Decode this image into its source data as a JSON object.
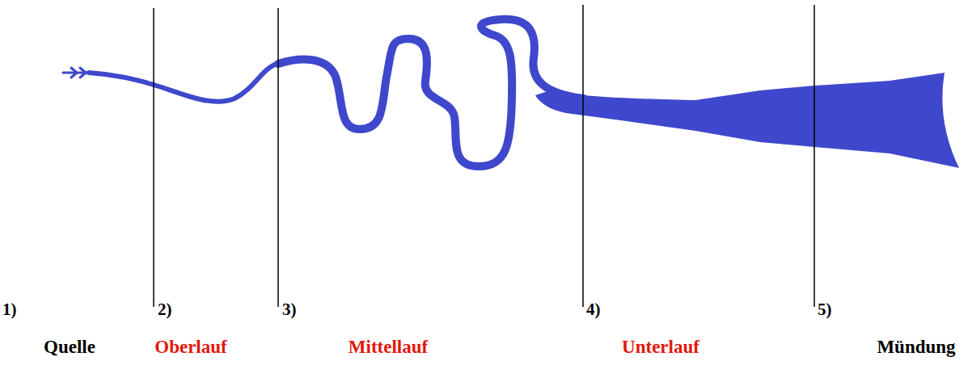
{
  "diagram": {
    "labels": [
      "1)",
      "2)",
      "3)",
      "4)",
      "5)",
      "Quelle",
      "Oberlauf",
      "Mittellauf",
      "Unterlauf",
      "Mündung"
    ]
  }
}
